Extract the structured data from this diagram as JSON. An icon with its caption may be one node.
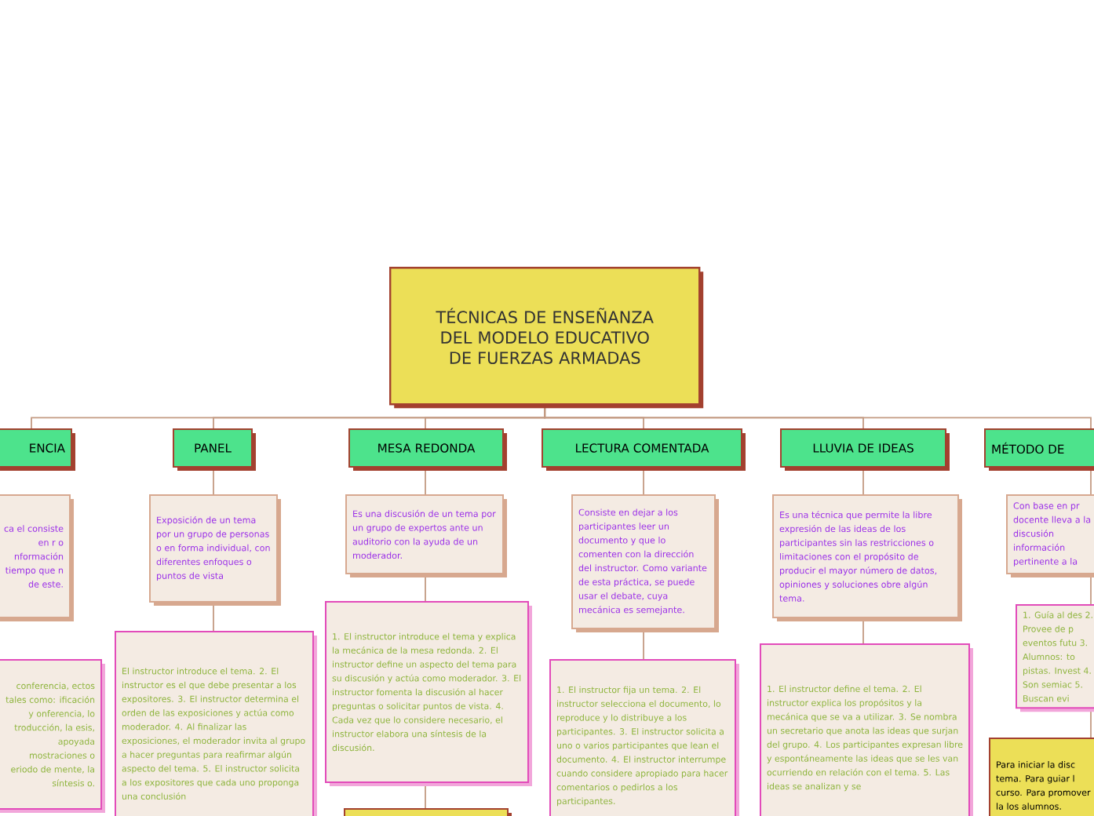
{
  "diagram": {
    "nodes": [
      {
        "text": [
          "TÉCNICAS DE ENSEÑANZA DEL MODELO EDUCATIVO DE FUERZAS ARMADAS"
        ]
      },
      {
        "text": [
          "ENCIA"
        ]
      },
      {
        "text": [
          "ca el consiste en r o nformación tiempo que n de este."
        ]
      },
      {
        "text": [
          "conferencia, ectos tales como: ificación y onferencia, lo troducción, la esis, apoyada mostraciones o eriodo de mente, la síntesis o."
        ]
      },
      {
        "text": [
          "PANEL"
        ]
      },
      {
        "text": [
          "Exposición de un tema por un grupo de personas o en forma individual, con diferentes enfoques o puntos de vista"
        ]
      },
      {
        "text": [
          "El instructor introduce el tema. 2. El instructor es el que debe presentar a los expositores. 3. El instructor determina el orden de las exposiciones y actúa como moderador. 4. Al finalizar las exposiciones, el moderador invita al grupo a hacer preguntas para reafirmar algún aspecto del tema. 5. El instructor solicita a los expositores que cada uno proponga una conclusión"
        ]
      },
      {
        "text": [
          "MESA REDONDA"
        ]
      },
      {
        "text": [
          "Es una discusión de un tema por un grupo de expertos ante un auditorio con la ayuda de un moderador."
        ]
      },
      {
        "text": [
          "1. El instructor introduce el tema y explica la mecánica de la mesa redonda. 2. El instructor define un aspecto del tema para su discusión y actúa como moderador. 3. El instructor fomenta la discusión al hacer preguntas o solicitar puntos de vista. 4. Cada vez que lo considere necesario, el instructor elabora una síntesis de la discusión."
        ]
      },
      {
        "text": [],
        "shape": "box"
      },
      {
        "text": [
          "LECTURA COMENTADA"
        ]
      },
      {
        "text": [
          "Consiste en dejar a los participantes leer un documento y que lo comenten con la dirección del instructor. Como variante de esta práctica, se puede usar el debate, cuya mecánica es semejante."
        ]
      },
      {
        "text": [
          "1. El instructor fija un tema. 2. El instructor selecciona el documento, lo reproduce y lo distribuye a los participantes. 3. El instructor solicita a uno o varios participantes que lean el documento. 4. El instructor interrumpe cuando considere apropiado para hacer comentarios o pedirlos a los participantes."
        ]
      },
      {
        "text": [
          "LLUVIA DE IDEAS"
        ]
      },
      {
        "text": [
          "Es una técnica que permite la libre expresión de las ideas de los participantes sin las restricciones o limitaciones con el propósito de producir el mayor número de datos, opiniones y soluciones obre algún tema."
        ]
      },
      {
        "text": [
          "1. El instructor define el tema. 2. El instructor explica los propósitos y la mecánica que se va a utilizar. 3. Se nombra un secretario que anota las ideas que surjan del grupo. 4. Los participantes expresan libre y espontáneamente las ideas que se les van ocurriendo en relación con el tema. 5. Las ideas se analizan y se"
        ]
      },
      {
        "text": [
          "MÉTODO DE"
        ]
      },
      {
        "text": [
          "Con base en pr docente lleva a la discusión información pertinente a la"
        ]
      },
      {
        "text": [
          "1. Guía al des 2. Provee de p eventos futu 3. Alumnos: to pistas. Invest 4. Son semiac 5. Buscan evi"
        ]
      },
      {
        "text": [
          "Para iniciar la disc tema. Para guiar l curso. Para promover la los alumnos."
        ]
      }
    ],
    "edges": [
      {
        "from": 0,
        "to": 1,
        "arrow": "none"
      },
      {
        "from": 0,
        "to": 4,
        "arrow": "none"
      },
      {
        "from": 0,
        "to": 7,
        "arrow": "none"
      },
      {
        "from": 0,
        "to": 11,
        "arrow": "none"
      },
      {
        "from": 0,
        "to": 14,
        "arrow": "none"
      },
      {
        "from": 0,
        "to": 17,
        "arrow": "none"
      },
      {
        "from": 4,
        "to": 5,
        "arrow": "none"
      },
      {
        "from": 5,
        "to": 6,
        "arrow": "none"
      },
      {
        "from": 7,
        "to": 8,
        "arrow": "none"
      },
      {
        "from": 8,
        "to": 9,
        "arrow": "none"
      },
      {
        "from": 9,
        "to": 10,
        "arrow": "none"
      },
      {
        "from": 11,
        "to": 12,
        "arrow": "none"
      },
      {
        "from": 12,
        "to": 13,
        "arrow": "none"
      },
      {
        "from": 14,
        "to": 15,
        "arrow": "none"
      },
      {
        "from": 15,
        "to": 16,
        "arrow": "none"
      },
      {
        "from": 17,
        "to": 18,
        "arrow": "none"
      },
      {
        "from": 18,
        "to": 19,
        "arrow": "none"
      },
      {
        "from": 19,
        "to": 20,
        "arrow": "none"
      }
    ]
  }
}
